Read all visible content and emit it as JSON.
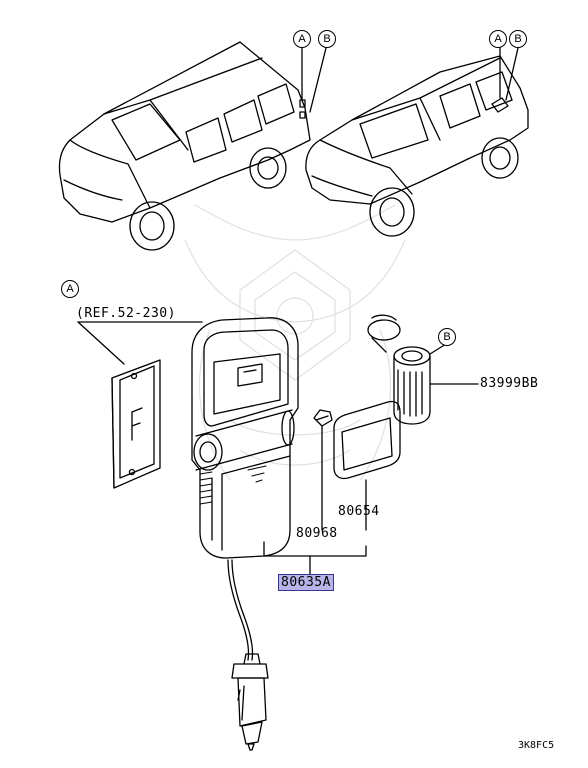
{
  "markers": {
    "a": "A",
    "b": "B"
  },
  "labels": {
    "ref": "(REF.52-230)",
    "part_83999bb": "83999BB",
    "part_80654": "80654",
    "part_80968": "80968",
    "part_80635a": "80635A"
  },
  "diagram_code": "3K8FC5",
  "colors": {
    "highlight": "#b7b4e8",
    "line": "#000000"
  }
}
